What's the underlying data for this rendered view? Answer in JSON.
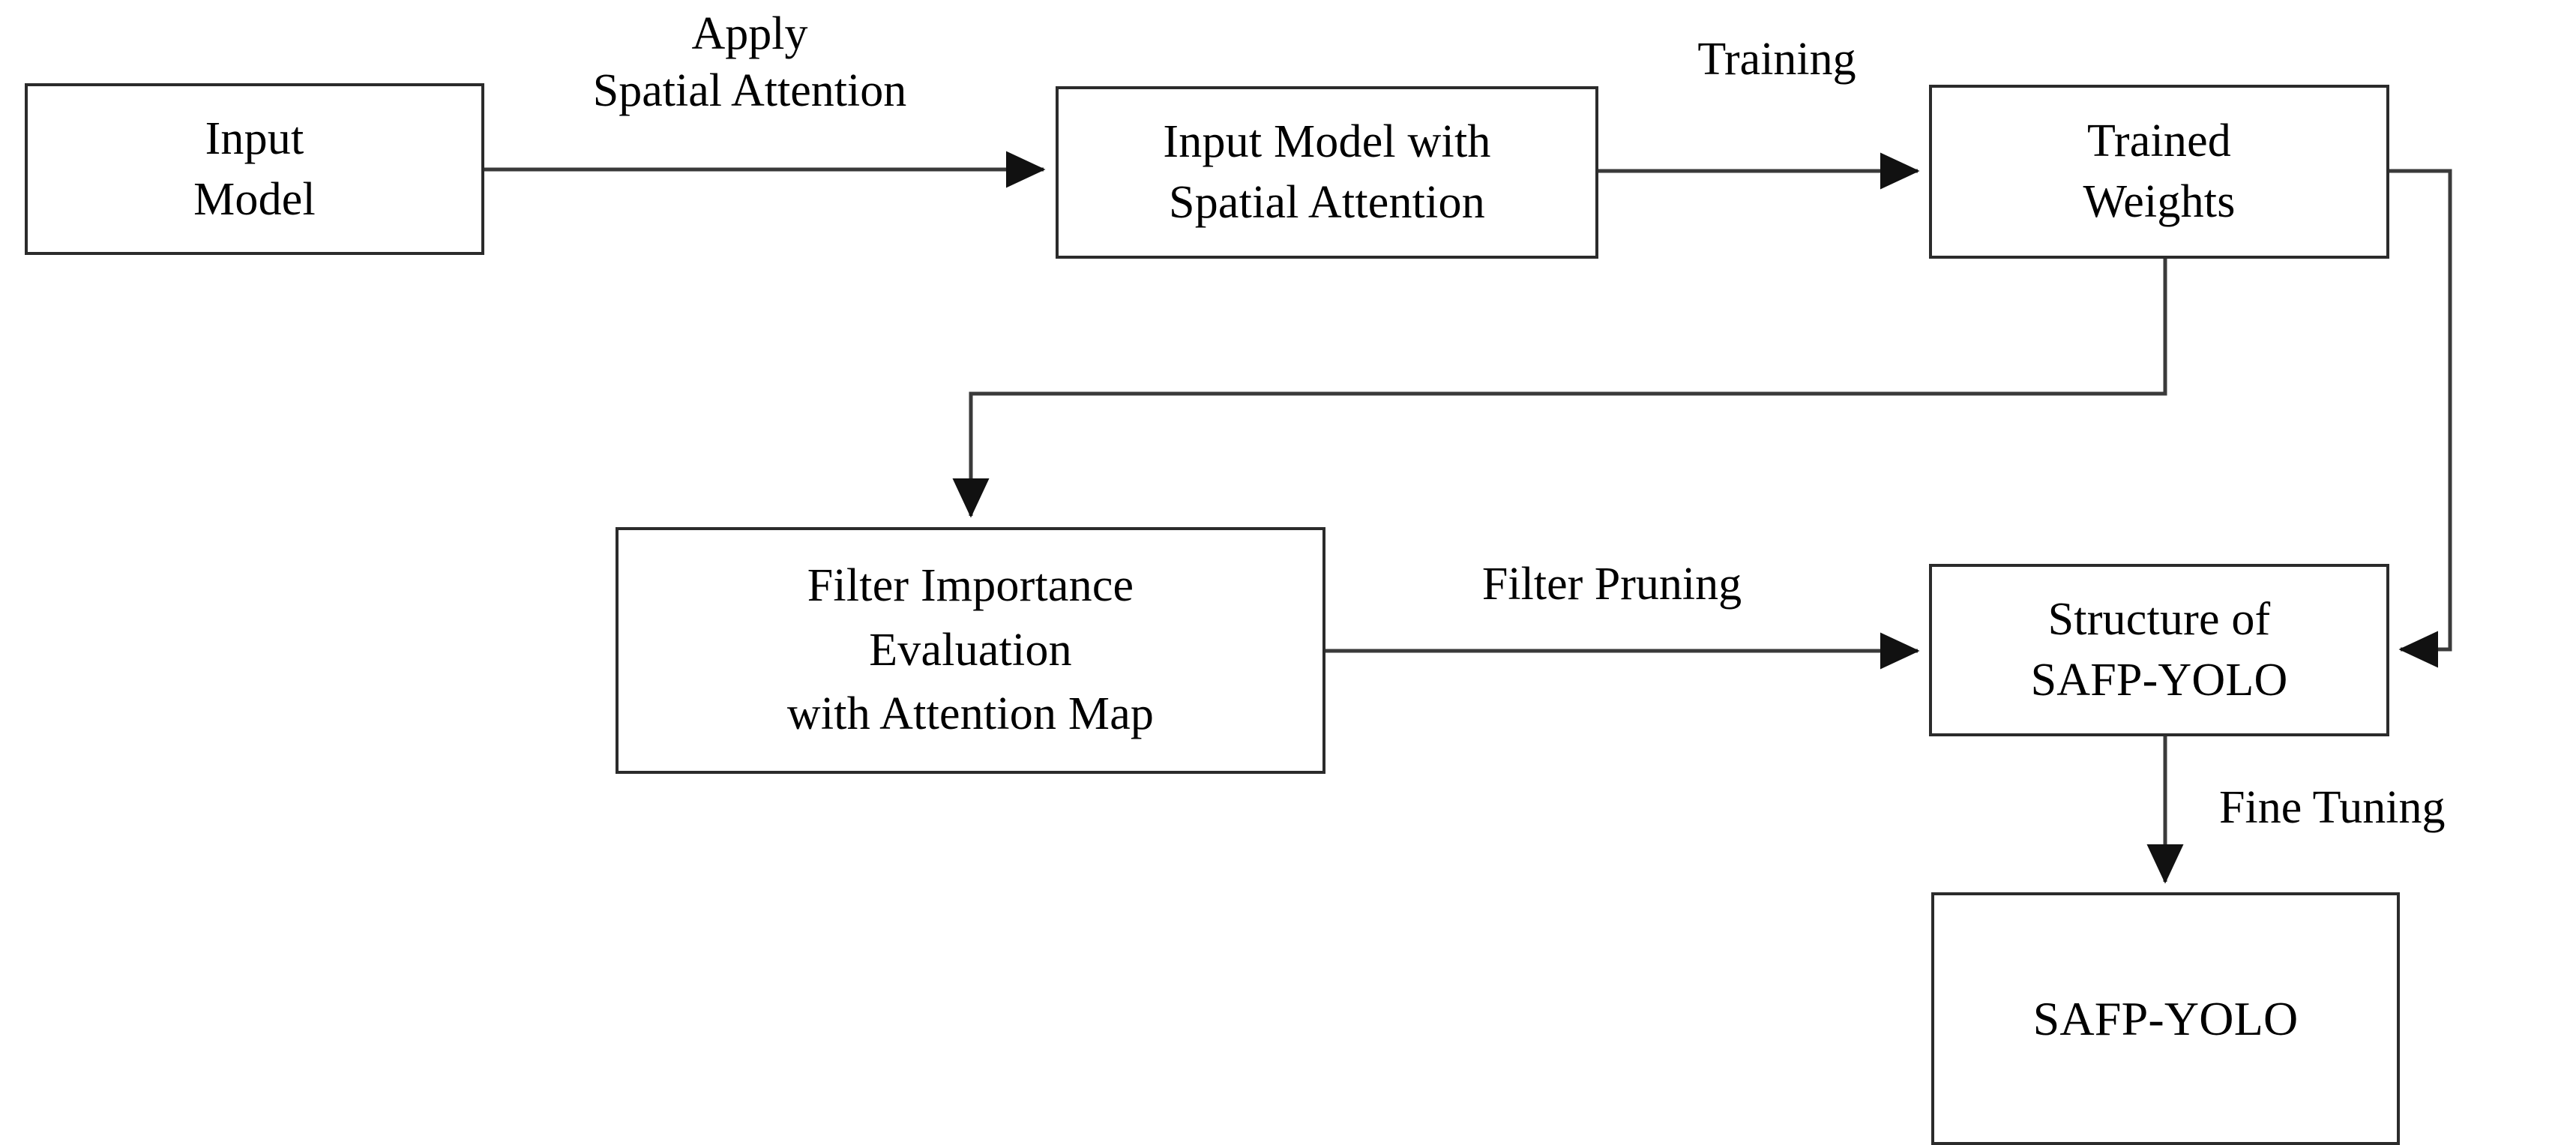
{
  "diagram": {
    "title": "SAFP-YOLO spatial-attention filter-pruning pipeline",
    "stroke_color": "#2b2b2b",
    "background_color": "#ffffff",
    "nodes": [
      {
        "id": "input-model",
        "label": "Input\nModel"
      },
      {
        "id": "input-model-sa",
        "label": "Input Model with\nSpatial Attention"
      },
      {
        "id": "trained-weights",
        "label": "Trained\nWeights"
      },
      {
        "id": "filter-eval",
        "label": "Filter Importance\nEvaluation\nwith Attention Map"
      },
      {
        "id": "structure-safp",
        "label": "Structure of\nSAFP-YOLO"
      },
      {
        "id": "safp-yolo",
        "label": "SAFP-YOLO"
      }
    ],
    "edge_labels": {
      "apply_spatial_attention": "Apply\nSpatial Attention",
      "training": "Training",
      "filter_pruning": "Filter Pruning",
      "fine_tuning": "Fine Tuning"
    },
    "edges": [
      {
        "from": "input-model",
        "to": "input-model-sa",
        "label": "Apply\nSpatial Attention",
        "kind": "straight-right"
      },
      {
        "from": "input-model-sa",
        "to": "trained-weights",
        "label": "Training",
        "kind": "straight-right"
      },
      {
        "from": "trained-weights",
        "to": "filter-eval",
        "label": "",
        "kind": "elbow-down-left-down"
      },
      {
        "from": "filter-eval",
        "to": "structure-safp",
        "label": "Filter Pruning",
        "kind": "straight-right"
      },
      {
        "from": "trained-weights",
        "to": "structure-safp",
        "label": "",
        "kind": "elbow-right-down-left"
      },
      {
        "from": "structure-safp",
        "to": "safp-yolo",
        "label": "Fine Tuning",
        "kind": "straight-down"
      }
    ]
  }
}
